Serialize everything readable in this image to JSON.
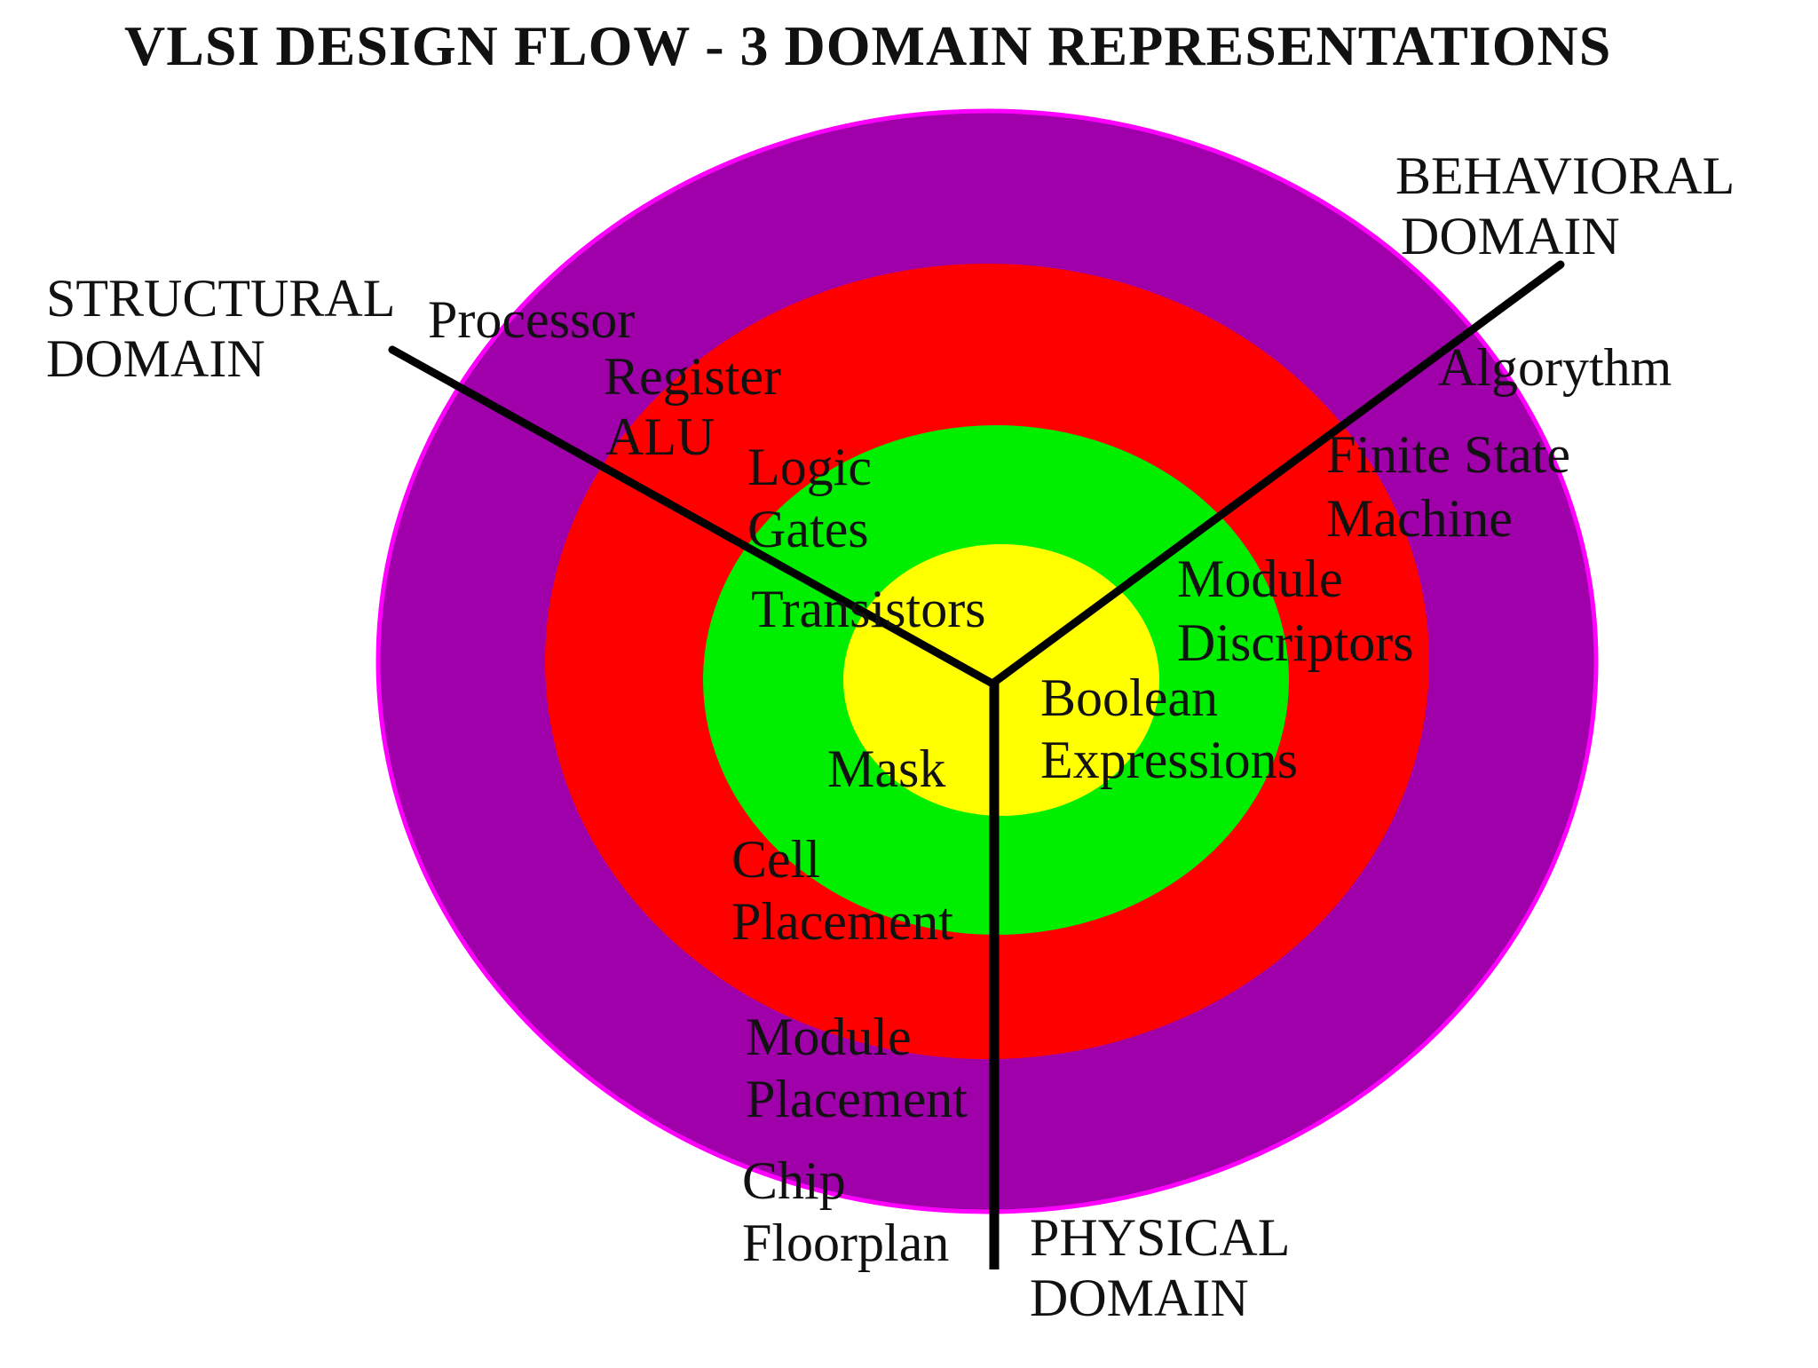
{
  "title": "VLSI DESIGN FLOW - 3 DOMAIN REPRESENTATIONS",
  "colors": {
    "outer_ring": "#a000aa",
    "outer_border": "#ff00ff",
    "second_ring": "#ff0000",
    "third_ring": "#00ee00",
    "core": "#ffff00",
    "axes": "#000000"
  },
  "domains": {
    "structural": {
      "line1": "STRUCTURAL",
      "line2": "DOMAIN"
    },
    "behavioral": {
      "line1": "BEHAVIORAL",
      "line2": "DOMAIN"
    },
    "physical": {
      "line1": "PHYSICAL",
      "line2": "DOMAIN"
    }
  },
  "structural_levels": {
    "processor": "Processor",
    "register": "Register",
    "alu": "ALU",
    "logic": "Logic",
    "gates": "Gates",
    "transistors": "Transistors"
  },
  "behavioral_levels": {
    "algorythm": "Algorythm",
    "fsm_1": "Finite State",
    "fsm_2": "Machine",
    "module_desc_1": "Module",
    "module_desc_2": "Discriptors",
    "boolean_1": "Boolean",
    "boolean_2": "Expressions"
  },
  "physical_levels": {
    "mask": "Mask",
    "cell_1": "Cell",
    "cell_2": "Placement",
    "module_1": "Module",
    "module_2": "Placement",
    "chip_1": "Chip",
    "chip_2": "Floorplan"
  }
}
